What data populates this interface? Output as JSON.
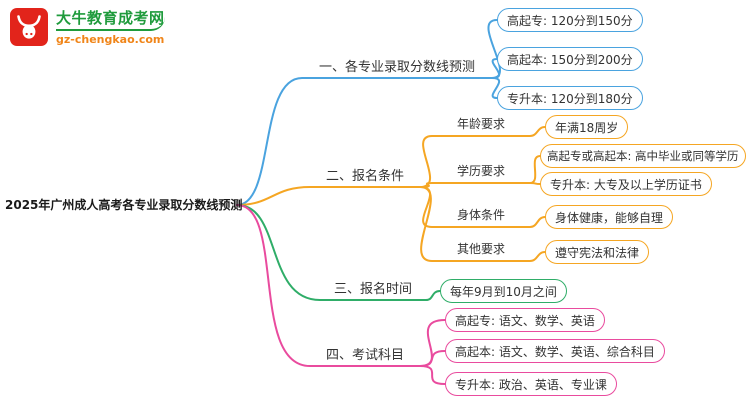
{
  "logo": {
    "title": "大牛教育成考网",
    "subtitle": "gz-chengkao.com"
  },
  "colors": {
    "blue": "#4aa3df",
    "orange": "#f5a623",
    "green": "#2fad68",
    "pink": "#e94b9e",
    "logo_red": "#e2241b",
    "logo_green": "#1f9b3c",
    "logo_orange": "#f08519"
  },
  "root": {
    "label": "2025年广州成人高考各专业录取分数线预测"
  },
  "branches": [
    {
      "label": "一、各专业录取分数线预测",
      "children": [
        {
          "label": "高起专: 120分到150分"
        },
        {
          "label": "高起本: 150分到200分"
        },
        {
          "label": "专升本: 120分到180分"
        }
      ]
    },
    {
      "label": "二、报名条件",
      "children": [
        {
          "label": "年龄要求",
          "children": [
            {
              "label": "年满18周岁"
            }
          ]
        },
        {
          "label": "学历要求",
          "children": [
            {
              "label": "高起专或高起本: 高中毕业或同等学历"
            },
            {
              "label": "专升本: 大专及以上学历证书"
            }
          ]
        },
        {
          "label": "身体条件",
          "children": [
            {
              "label": "身体健康，能够自理"
            }
          ]
        },
        {
          "label": "其他要求",
          "children": [
            {
              "label": "遵守宪法和法律"
            }
          ]
        }
      ]
    },
    {
      "label": "三、报名时间",
      "children": [
        {
          "label": "每年9月到10月之间"
        }
      ]
    },
    {
      "label": "四、考试科目",
      "children": [
        {
          "label": "高起专: 语文、数学、英语"
        },
        {
          "label": "高起本: 语文、数学、英语、综合科目"
        },
        {
          "label": "专升本: 政治、英语、专业课"
        }
      ]
    }
  ]
}
